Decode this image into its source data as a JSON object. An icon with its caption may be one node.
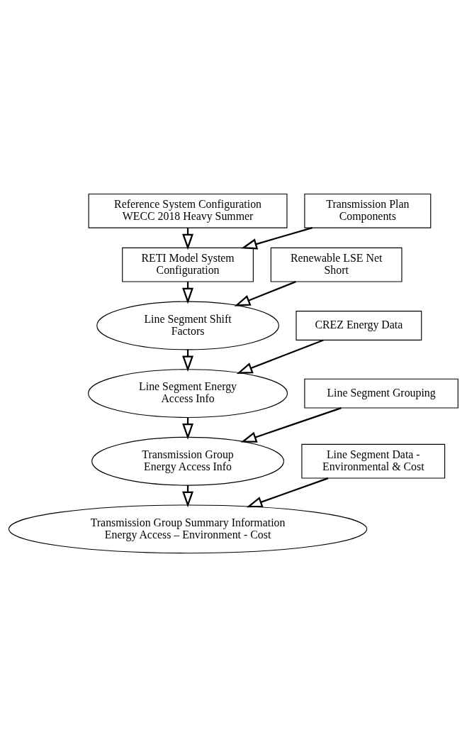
{
  "diagram": {
    "nodes": [
      {
        "text": [
          "Reference System Configuration WECC 2018 Heavy Summer"
        ]
      },
      {
        "text": [
          "Transmission Plan Components"
        ]
      },
      {
        "text": [
          "RETI Model System Configuration"
        ]
      },
      {
        "text": [
          "Renewable LSE Net Short"
        ]
      },
      {
        "text": [
          "Line Segment Shift Factors"
        ]
      },
      {
        "text": [
          "CREZ Energy Data"
        ]
      },
      {
        "text": [
          "Line Segment Energy Access Info"
        ]
      },
      {
        "text": [
          "Line Segment Grouping"
        ]
      },
      {
        "text": [
          "Transmission Group Energy Access Info"
        ]
      },
      {
        "text": [
          "Line Segment Data - Environmental & Cost"
        ]
      },
      {
        "text": [
          "Transmission Group Summary Information Energy Access – Environment - Cost"
        ]
      }
    ],
    "edges": [
      {
        "from": 0,
        "to": 2,
        "arrow": "to"
      },
      {
        "from": 1,
        "to": 2,
        "arrow": "to"
      },
      {
        "from": 2,
        "to": 4,
        "arrow": "to"
      },
      {
        "from": 3,
        "to": 4,
        "arrow": "to"
      },
      {
        "from": 4,
        "to": 6,
        "arrow": "to"
      },
      {
        "from": 5,
        "to": 6,
        "arrow": "to"
      },
      {
        "from": 6,
        "to": 8,
        "arrow": "to"
      },
      {
        "from": 7,
        "to": 8,
        "arrow": "to"
      },
      {
        "from": 8,
        "to": 10,
        "arrow": "to"
      },
      {
        "from": 9,
        "to": 10,
        "arrow": "to"
      }
    ]
  }
}
